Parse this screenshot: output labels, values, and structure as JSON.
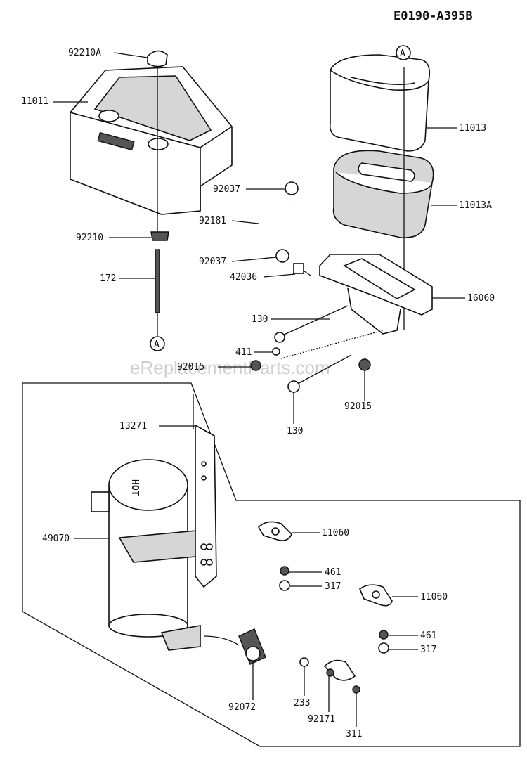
{
  "diagram_code": "E0190-A395B",
  "watermark": "eReplacementParts.com",
  "callout_letter": "A",
  "stamps": {
    "hot": "HOT"
  },
  "parts": [
    {
      "id": "92210A"
    },
    {
      "id": "11011"
    },
    {
      "id": "92210"
    },
    {
      "id": "172"
    },
    {
      "id": "11013"
    },
    {
      "id": "11013A"
    },
    {
      "id": "92037"
    },
    {
      "id": "92181"
    },
    {
      "id": "92037"
    },
    {
      "id": "42036"
    },
    {
      "id": "16060"
    },
    {
      "id": "130"
    },
    {
      "id": "411"
    },
    {
      "id": "92015"
    },
    {
      "id": "92015"
    },
    {
      "id": "130"
    },
    {
      "id": "13271"
    },
    {
      "id": "49070"
    },
    {
      "id": "11060"
    },
    {
      "id": "461"
    },
    {
      "id": "317"
    },
    {
      "id": "11060"
    },
    {
      "id": "461"
    },
    {
      "id": "317"
    },
    {
      "id": "92072"
    },
    {
      "id": "233"
    },
    {
      "id": "92171"
    },
    {
      "id": "311"
    }
  ]
}
